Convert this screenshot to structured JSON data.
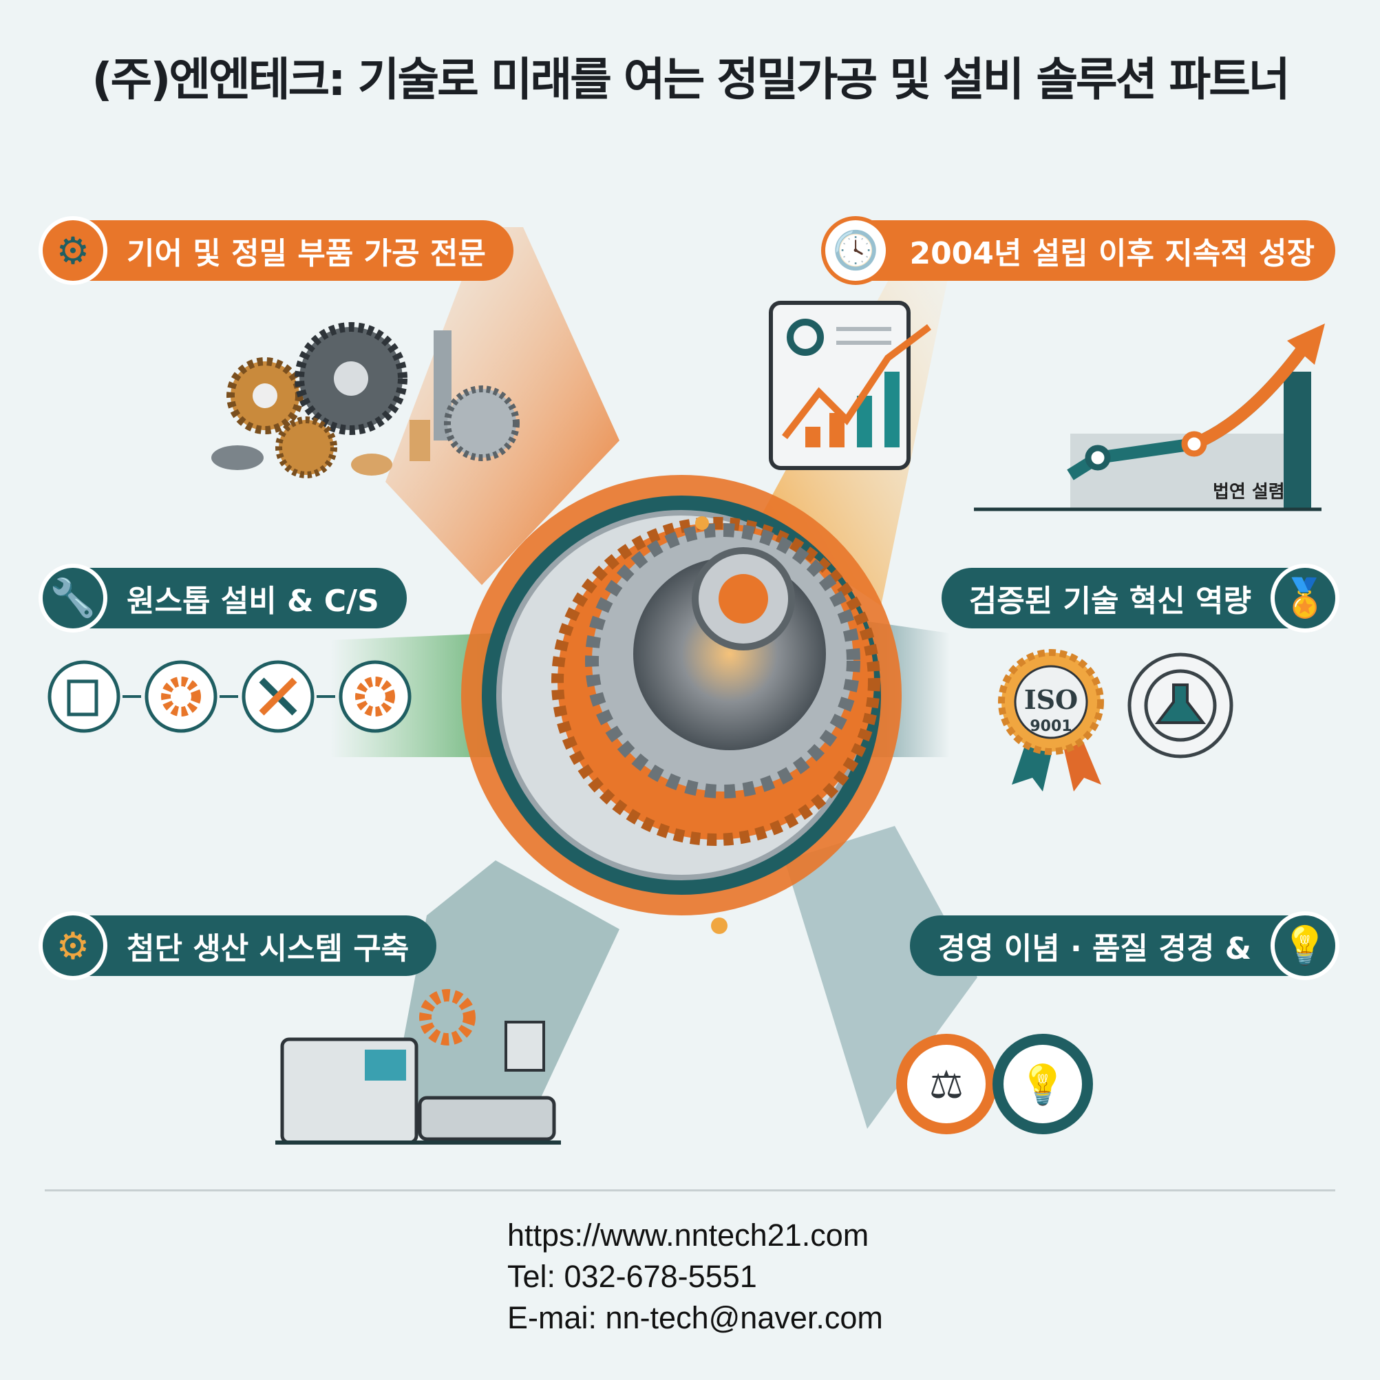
{
  "title": "(주)엔엔테크: 기술로 미래를 여는 정밀가공 및 설비 솔루션 파트너",
  "sections": [
    {
      "label": "기어 및 정밀 부품 가공 전문",
      "icon": "gear-icon",
      "color": "#e8762a"
    },
    {
      "label": "2004년 설립 이후 지속적 성장",
      "icon": "clock-icon",
      "color": "#e8762a"
    },
    {
      "label": "원스톱 설비 & C/S",
      "icon": "wrench-icon",
      "color": "#1f5e62"
    },
    {
      "label": "검증된 기술 혁신 역량",
      "icon": "badge-icon",
      "color": "#1f5e62"
    },
    {
      "label": "첨단 생산 시스템 구축",
      "icon": "gear-icon",
      "color": "#1f5e62"
    },
    {
      "label": "경영 이념 · 품질 경경 &",
      "icon": "lightbulb-icon",
      "color": "#1f5e62"
    }
  ],
  "growth_chart": {
    "label": "법연 설렴"
  },
  "certification": {
    "iso_top": "ISO",
    "iso_bottom": "9001"
  },
  "process_steps": [
    "document-edit-icon",
    "gear-icon",
    "tools-icon",
    "gear-wrench-icon"
  ],
  "footer": {
    "website": "https://www.nntech21.com",
    "tel": "Tel:  032-678-5551",
    "email": "E-mai: nn-tech@naver.com"
  },
  "colors": {
    "orange": "#e8762a",
    "teal": "#1f5e62",
    "background": "#eef4f5"
  }
}
